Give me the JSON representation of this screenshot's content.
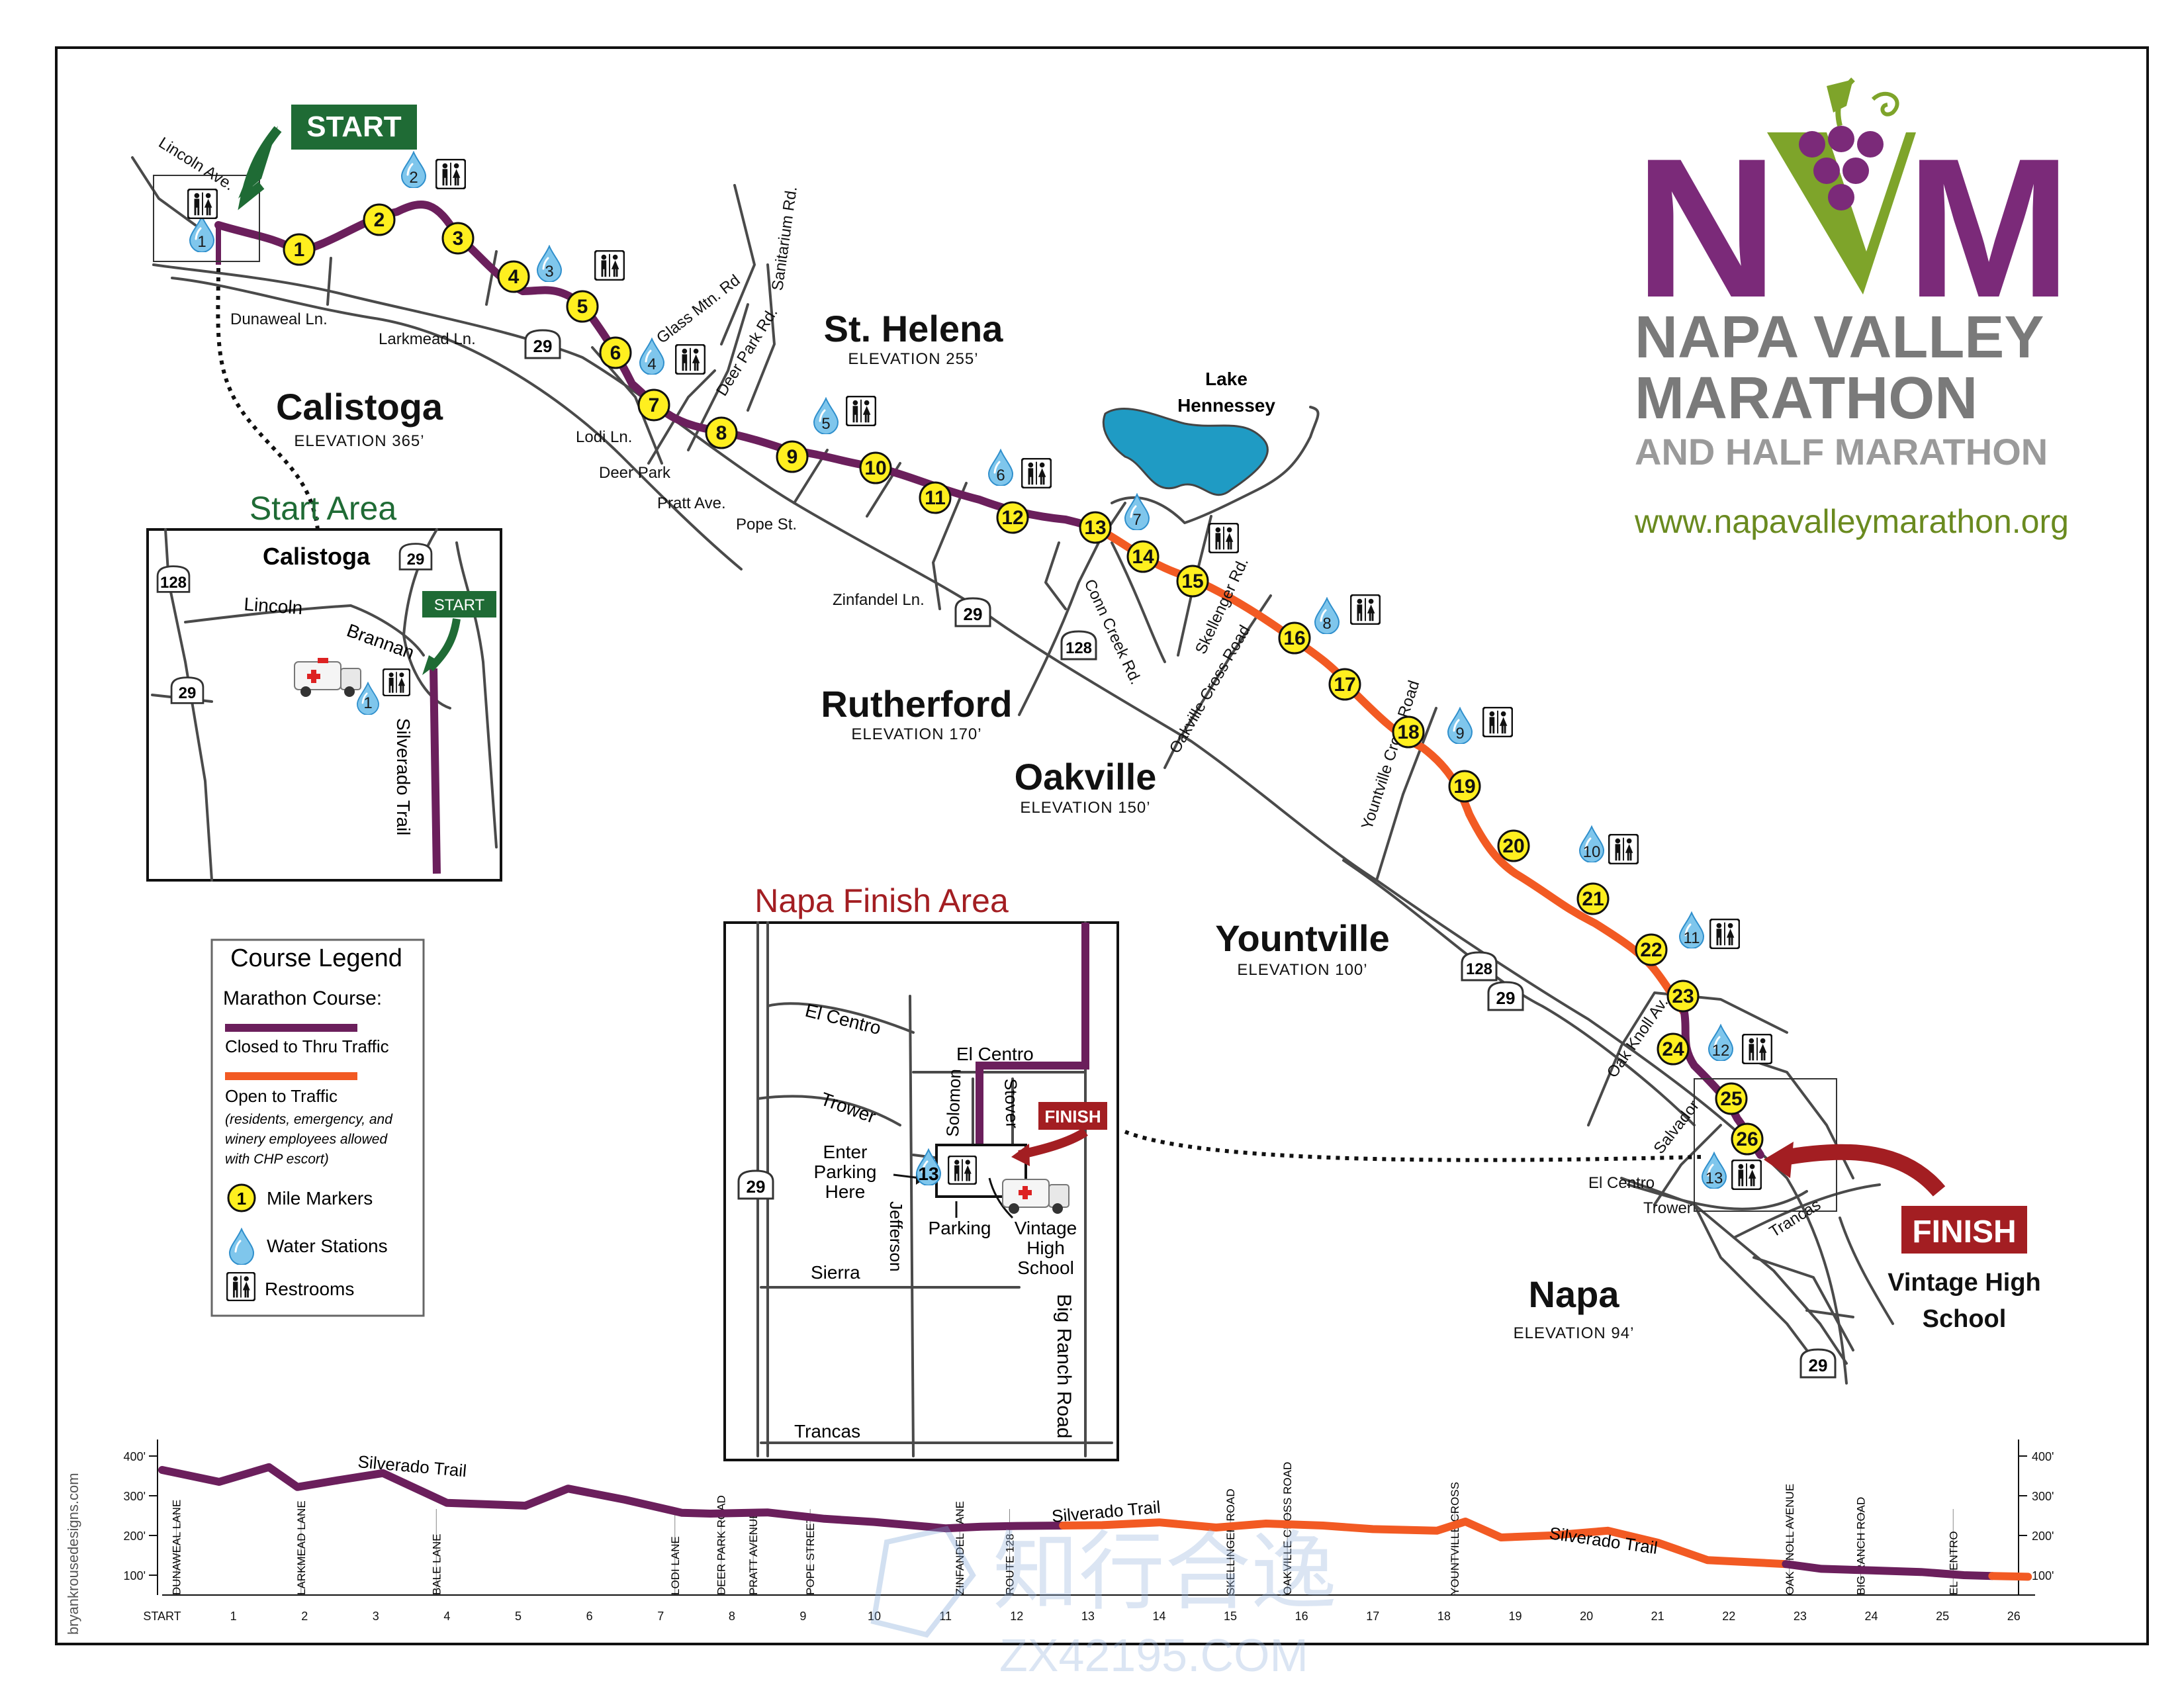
{
  "logo": {
    "letters": "NVM",
    "line1": "NAPA VALLEY",
    "line2": "MARATHON",
    "line3": "AND HALF MARATHON",
    "url": "www.napavalleymarathon.org",
    "colors": {
      "purple": "#7b2a79",
      "green": "#7ea42a",
      "gray": "#7a7a7a"
    }
  },
  "start_flag": "START",
  "finish_flag": "FINISH",
  "finish_caption": [
    "Vintage High",
    "School"
  ],
  "towns": [
    {
      "name": "Calistoga",
      "elevation": "ELEVATION 365’"
    },
    {
      "name": "St. Helena",
      "elevation": "ELEVATION 255’"
    },
    {
      "name": "Rutherford",
      "elevation": "ELEVATION 170’"
    },
    {
      "name": "Oakville",
      "elevation": "ELEVATION 150’"
    },
    {
      "name": "Yountville",
      "elevation": "ELEVATION 100’"
    },
    {
      "name": "Napa",
      "elevation": "ELEVATION 94’"
    }
  ],
  "lake": [
    "Lake",
    "Hennessey"
  ],
  "road_labels": [
    "Lincoln Ave.",
    "Dunaweal Ln.",
    "Larkmead Ln.",
    "Lodi Ln.",
    "Deer Park",
    "Pratt Ave.",
    "Pope St.",
    "Zinfandel Ln.",
    "Glass Mtn. Rd",
    "Deer Park Rd.",
    "Sanitarium Rd.",
    "Conn Creek Rd.",
    "Skellenger Rd.",
    "Oakville Cross Road",
    "Yountville Cross Road",
    "Oak Knoll Av.",
    "Salvador",
    "El Centro",
    "Trower",
    "Trancas"
  ],
  "highway_shields": [
    "29",
    "29",
    "128",
    "128",
    "29",
    "29"
  ],
  "mile_markers": [
    "1",
    "2",
    "3",
    "4",
    "5",
    "6",
    "7",
    "8",
    "9",
    "10",
    "11",
    "12",
    "13",
    "14",
    "15",
    "16",
    "17",
    "18",
    "19",
    "20",
    "21",
    "22",
    "23",
    "24",
    "25",
    "26"
  ],
  "water_stations": [
    "1",
    "2",
    "3",
    "4",
    "5",
    "6",
    "7",
    "8",
    "9",
    "10",
    "11",
    "12",
    "13"
  ],
  "start_area": {
    "title": "Start Area",
    "town": "Calistoga",
    "shields": [
      "128",
      "29",
      "29"
    ],
    "roads": [
      "Lincoln",
      "Brannan",
      "Silverado Trail"
    ],
    "start_label": "START",
    "water_station": "1"
  },
  "finish_area": {
    "title": "Napa Finish Area",
    "roads": [
      "El Centro",
      "El Centro",
      "Trower",
      "Solomon",
      "Stover",
      "Jefferson",
      "Sierra",
      "Trancas",
      "Big Ranch Road"
    ],
    "shield": "29",
    "mile_markers": [
      "25",
      "26"
    ],
    "water_station": "13",
    "finish_label": "FINISH",
    "enter_parking": [
      "Enter",
      "Parking",
      "Here"
    ],
    "parking": "Parking",
    "school": [
      "Vintage",
      "High",
      "School"
    ]
  },
  "legend": {
    "title": "Course Legend",
    "subtitle": "Marathon Course:",
    "closed": "Closed to Thru Traffic",
    "open": "Open to Traffic",
    "open_note": [
      "(residents, emergency, and",
      "winery employees allowed",
      "with CHP escort)"
    ],
    "mile_markers": "Mile Markers",
    "water": "Water Stations",
    "restrooms": "Restrooms",
    "colors": {
      "closed": "#6b1f5c",
      "open": "#f25a23"
    }
  },
  "credit": "bryankrousedesigns.com",
  "watermark": {
    "text": "知行合逸",
    "sub": "ZX42195.COM"
  },
  "elevation_profile": {
    "type": "line",
    "y_ticks": [
      "400'",
      "300'",
      "200'",
      "100'"
    ],
    "x_ticks": [
      "START",
      "1",
      "2",
      "3",
      "4",
      "5",
      "6",
      "7",
      "8",
      "9",
      "10",
      "11",
      "12",
      "13",
      "14",
      "15",
      "16",
      "17",
      "18",
      "19",
      "20",
      "21",
      "22",
      "23",
      "24",
      "25",
      "26"
    ],
    "road_label": "Silverado Trail",
    "landmarks": [
      "DUNAWEAL LANE",
      "LARKMEAD LANE",
      "BALE LANE",
      "LODI LANE",
      "DEER PARK ROAD",
      "PRATT AVENUE",
      "POPE STREET",
      "ZINFANDEL LANE",
      "ROUTE 128",
      "SKELLINGER ROAD",
      "OAKVILLE CROSS ROAD",
      "YOUNTVILLE CROSS",
      "OAK KNOLL AVENUE",
      "BIG RANCH ROAD",
      "EL CENTRO"
    ],
    "landmark_miles": [
      0.2,
      1.95,
      3.85,
      7.2,
      7.85,
      8.3,
      9.1,
      11.2,
      11.9,
      15.0,
      15.8,
      18.15,
      22.85,
      23.85,
      25.15
    ],
    "ylim": [
      70,
      420
    ],
    "xlim": [
      0,
      26.3
    ],
    "series": [
      {
        "segment": "closed",
        "points": [
          [
            0,
            365
          ],
          [
            0.8,
            335
          ],
          [
            1.5,
            372
          ],
          [
            1.9,
            322
          ],
          [
            2.5,
            340
          ],
          [
            3.1,
            357
          ],
          [
            4,
            282
          ],
          [
            5.1,
            275
          ],
          [
            5.7,
            318
          ],
          [
            6.5,
            290
          ],
          [
            7.3,
            257
          ],
          [
            7.7,
            255
          ],
          [
            8.5,
            258
          ],
          [
            9.3,
            242
          ],
          [
            10,
            234
          ],
          [
            11,
            218
          ],
          [
            11.5,
            222
          ],
          [
            12,
            224
          ],
          [
            12.65,
            225
          ]
        ]
      },
      {
        "segment": "open",
        "points": [
          [
            12.65,
            225
          ],
          [
            13.2,
            226
          ],
          [
            14,
            233
          ],
          [
            14.8,
            220
          ],
          [
            15.5,
            230
          ],
          [
            16.3,
            225
          ],
          [
            17,
            216
          ],
          [
            17.9,
            212
          ],
          [
            18.3,
            235
          ],
          [
            18.8,
            195
          ],
          [
            19.5,
            200
          ],
          [
            20.3,
            212
          ],
          [
            21,
            182
          ],
          [
            21.7,
            138
          ],
          [
            22.8,
            128
          ]
        ]
      },
      {
        "segment": "closed",
        "points": [
          [
            22.8,
            128
          ],
          [
            23.3,
            116
          ],
          [
            24,
            112
          ],
          [
            24.7,
            108
          ],
          [
            25.3,
            100
          ],
          [
            25.7,
            98
          ]
        ]
      },
      {
        "segment": "open",
        "points": [
          [
            25.7,
            98
          ],
          [
            26.2,
            96
          ]
        ]
      }
    ]
  }
}
